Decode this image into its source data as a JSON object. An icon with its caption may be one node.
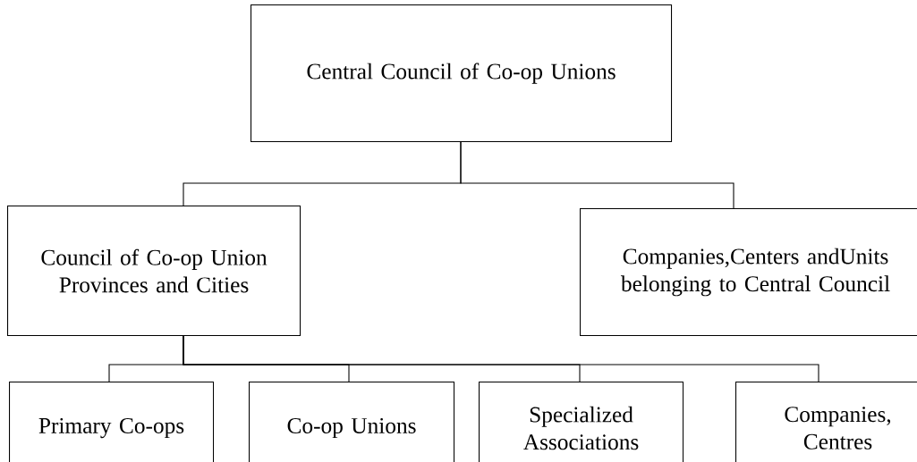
{
  "diagram": {
    "nodes": [
      {
        "text": [
          "Central Council of Co-op Unions"
        ]
      },
      {
        "text": [
          "Council of Co-op Union Provinces and Cities"
        ]
      },
      {
        "text": [
          "Companies,Centers andUnits belonging to Central Council"
        ]
      },
      {
        "text": [
          "Primary Co-ops"
        ]
      },
      {
        "text": [
          "Co-op Unions"
        ]
      },
      {
        "text": [
          "Specialized Associations"
        ]
      },
      {
        "text": [
          "Companies, Centres"
        ]
      }
    ],
    "edges": [
      {
        "from": 0,
        "to": 1,
        "arrow": "none"
      },
      {
        "from": 0,
        "to": 2,
        "arrow": "none"
      },
      {
        "from": 1,
        "to": 3,
        "arrow": "none"
      },
      {
        "from": 1,
        "to": 4,
        "arrow": "none"
      },
      {
        "from": 1,
        "to": 5,
        "arrow": "none"
      },
      {
        "from": 1,
        "to": 6,
        "arrow": "none"
      }
    ]
  }
}
